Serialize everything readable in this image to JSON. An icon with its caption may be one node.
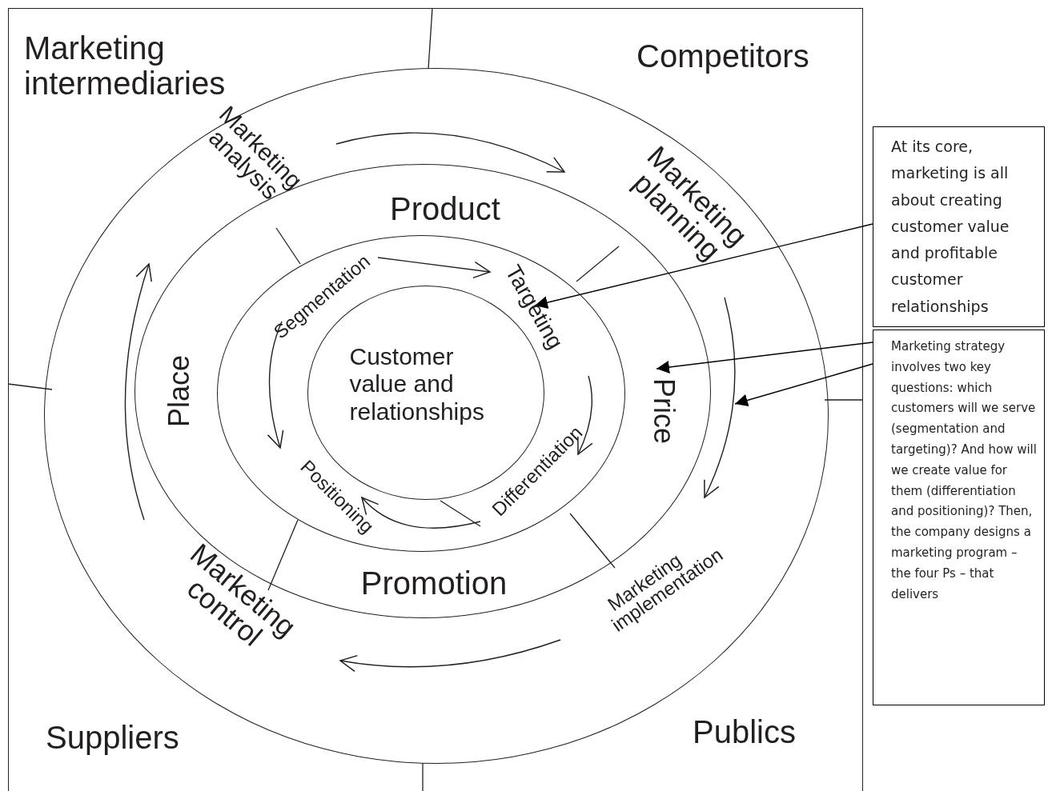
{
  "diagram": {
    "nodes": [
      {
        "text": [],
        "shape": "circle"
      },
      {
        "text": [
          "Marketing analysis"
        ],
        "in": 0
      },
      {
        "text": [
          "Marketing planning"
        ],
        "in": 0
      },
      {
        "text": [
          "Marketing implementation"
        ],
        "in": 0
      },
      {
        "text": [
          "Marketing control"
        ],
        "in": 0
      },
      {
        "text": [],
        "shape": "circle",
        "in": 0
      },
      {
        "text": [
          "Product"
        ],
        "in": 5
      },
      {
        "text": [
          "Price"
        ],
        "in": 5
      },
      {
        "text": [
          "Promotion"
        ],
        "in": 5
      },
      {
        "text": [
          "Place"
        ],
        "in": 5
      },
      {
        "text": [],
        "shape": "circle",
        "in": 5
      },
      {
        "text": [
          "Segmentation"
        ],
        "in": 10
      },
      {
        "text": [
          "Targeting"
        ],
        "in": 10
      },
      {
        "text": [
          "Differentiation"
        ],
        "in": 10
      },
      {
        "text": [
          "Positioning"
        ],
        "in": 10
      },
      {
        "text": [
          "Customer value and relationships"
        ],
        "in": 10
      },
      {
        "text": [
          "At its core, marketing is all about creating customer value and profitable customer relationships"
        ]
      },
      {
        "text": [
          "Marketing strategy involves two key questions: which customers will we serve (segmentation and targeting)? And how will we create value for them (differentiation and positioning)? Then, the company designs a marketing program – the four Ps – that delivers"
        ]
      }
    ],
    "edges": [
      {
        "from": 1,
        "to": 2,
        "arrow": "to"
      },
      {
        "from": 2,
        "to": 3,
        "arrow": "to"
      },
      {
        "from": 3,
        "to": 4,
        "arrow": "to"
      },
      {
        "from": 4,
        "to": 1,
        "arrow": "to"
      },
      {
        "from": 11,
        "to": 12,
        "arrow": "to"
      },
      {
        "from": 12,
        "to": 13,
        "arrow": "to"
      },
      {
        "from": 13,
        "to": 14,
        "arrow": "to"
      },
      {
        "from": 11,
        "to": 14,
        "arrow": "to"
      },
      {
        "from": 16,
        "to": 12,
        "arrow": "to"
      },
      {
        "from": 17,
        "to": 7,
        "arrow": "to"
      },
      {
        "from": 17,
        "to": 0,
        "arrow": "to"
      }
    ],
    "labels": [
      "Marketing intermediaries",
      "Competitors",
      "Suppliers",
      "Publics"
    ]
  }
}
